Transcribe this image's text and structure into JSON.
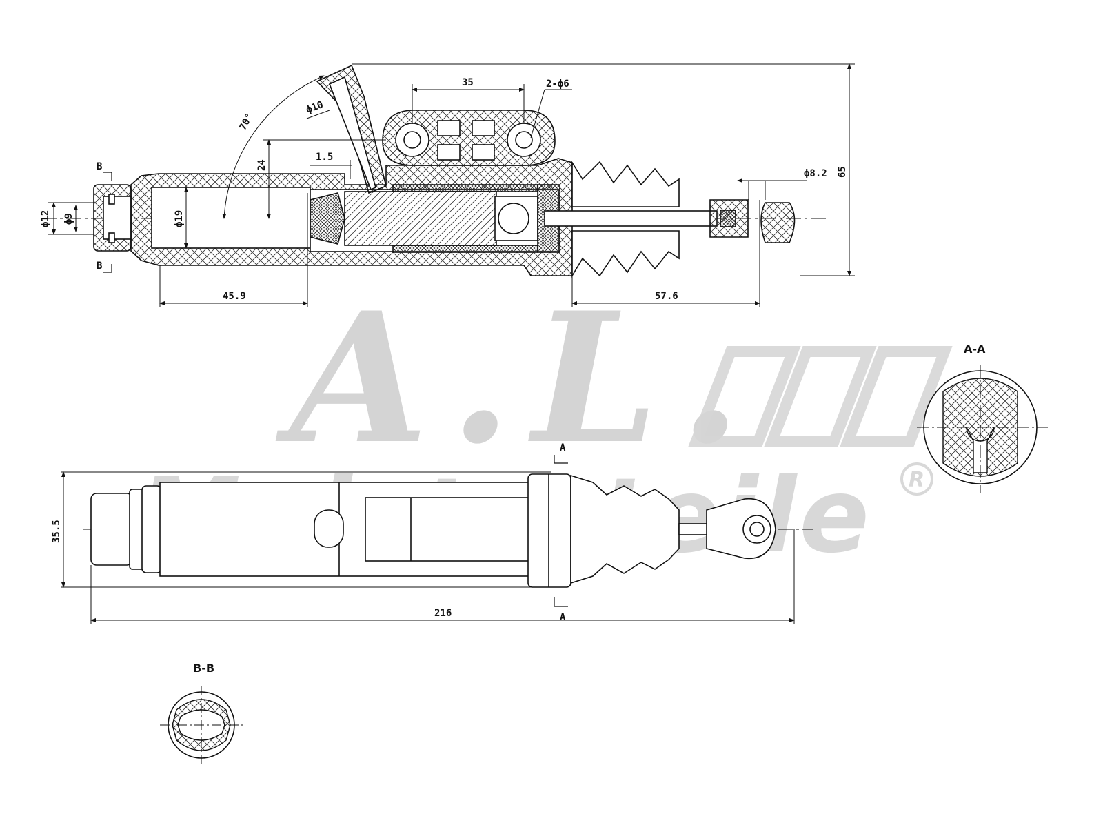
{
  "watermark": {
    "line1": "A.L.",
    "line2": "Meisterteile",
    "registered": "R"
  },
  "dimensions": {
    "phi12": "ϕ12",
    "phi9": "ϕ9",
    "phi19": "ϕ19",
    "d24": "24",
    "d1_5": "1.5",
    "angle70": "70°",
    "phi10": "ϕ10",
    "d35": "35",
    "two_phi6": "2-ϕ6",
    "phi8_2": "ϕ8.2",
    "d65": "65",
    "d45_9": "45.9",
    "d57_6": "57.6",
    "d35_5": "35.5",
    "d216": "216"
  },
  "section_markers": {
    "b_top": "B",
    "b_bottom": "B",
    "a_top": "A",
    "a_bottom": "A"
  },
  "section_titles": {
    "aa": "A-A",
    "bb": "B-B"
  }
}
